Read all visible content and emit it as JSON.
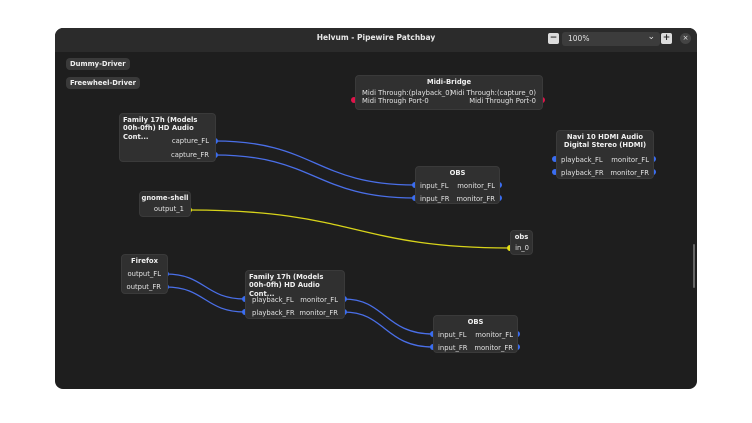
{
  "window": {
    "title": "Helvum - Pipewire Patchbay",
    "zoom_value": "100%",
    "zoom_minus": "−",
    "zoom_plus": "+",
    "close": "×",
    "chevron": "⌄"
  },
  "chips": {
    "dummy": "Dummy-Driver",
    "freewheel": "Freewheel-Driver"
  },
  "nodes": {
    "midi_bridge": {
      "title": "Midi-Bridge",
      "in1": "Midi Through:(playback_0)",
      "in2": "Midi Through Port-0",
      "out1": "Midi Through:(capture_0)",
      "out2": "Midi Through Port-0"
    },
    "family_capture": {
      "title1": "Family 17h (Models",
      "title2": "00h-0fh) HD Audio Cont...",
      "out1": "capture_FL",
      "out2": "capture_FR"
    },
    "navi": {
      "title1": "Navi 10 HDMI Audio",
      "title2": "Digital Stereo (HDMI)",
      "in1": "playback_FL",
      "in2": "playback_FR",
      "out1": "monitor_FL",
      "out2": "monitor_FR"
    },
    "obs_top": {
      "title": "OBS",
      "in1": "input_FL",
      "in2": "input_FR",
      "out1": "monitor_FL",
      "out2": "monitor_FR"
    },
    "gnome_shell": {
      "title": "gnome-shell",
      "out1": "output_1"
    },
    "obs_small": {
      "title": "obs",
      "in1": "in_0"
    },
    "firefox": {
      "title": "Firefox",
      "out1": "output_FL",
      "out2": "output_FR"
    },
    "family_playback": {
      "title1": "Family 17h (Models",
      "title2": "00h-0fh) HD Audio Cont...",
      "in1": "playback_FL",
      "in2": "playback_FR",
      "out1": "monitor_FL",
      "out2": "monitor_FR"
    },
    "obs_bottom": {
      "title": "OBS",
      "in1": "input_FL",
      "in2": "input_FR",
      "out1": "monitor_FL",
      "out2": "monitor_FR"
    }
  },
  "colors": {
    "audio_port": "#3a6df0",
    "midi_port": "#e0134a",
    "video_port": "#e5e016",
    "audio_link": "#4a6fe8",
    "video_link": "#d8d41a"
  }
}
